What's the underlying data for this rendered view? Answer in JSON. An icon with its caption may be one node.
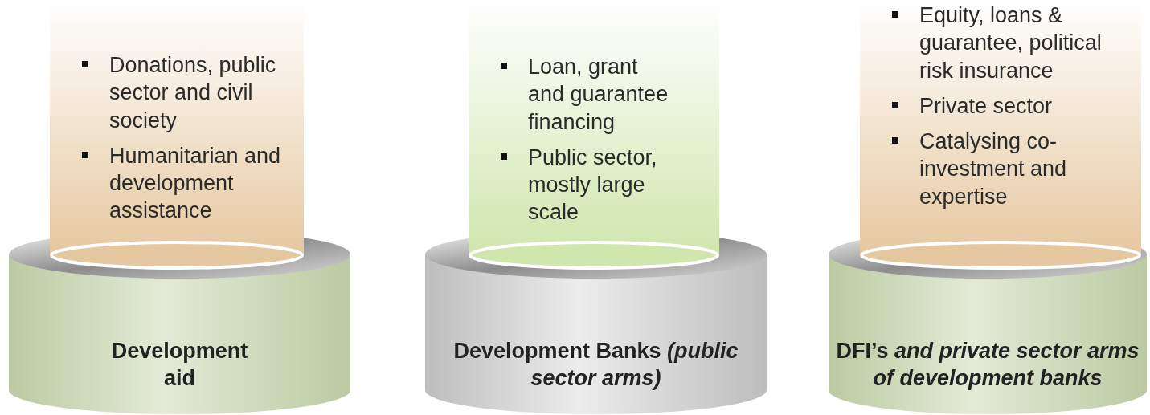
{
  "diagram": {
    "nodes": [
      {
        "text": [
          "Development aid"
        ]
      },
      {
        "text": [
          "Donations, public sector and civil society",
          "Humanitarian and development assistance"
        ]
      },
      {
        "text": [
          "Development Banks *(public sector arms)*"
        ]
      },
      {
        "text": [
          "Loan, grant and guarantee financing",
          "Public sector, mostly large scale"
        ]
      },
      {
        "text": [
          "DFI’s *and private sector arms of development banks*"
        ]
      },
      {
        "text": [
          "Equity, loans & guarantee, political risk insurance",
          "Private sector",
          "Catalysing co-investment and expertise"
        ]
      }
    ],
    "edges": []
  }
}
